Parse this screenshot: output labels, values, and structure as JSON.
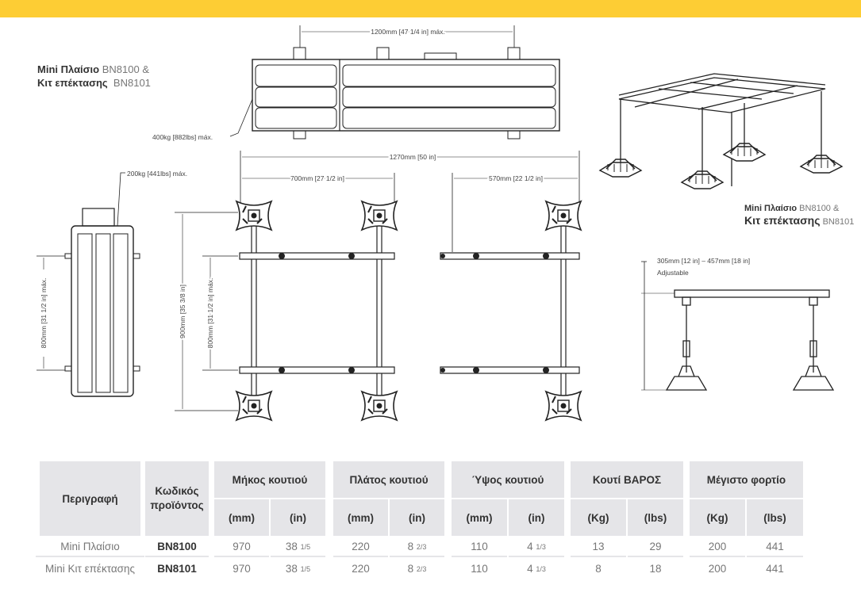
{
  "brand_color": "#fdcd34",
  "titles": {
    "top_left": {
      "name1": "Mini Πλαίσιο",
      "code1": "BN8100 &",
      "name2": "Κιτ επέκτασης",
      "code2": "BN8101"
    },
    "right": {
      "name1": "Mini Πλαίσιο",
      "code1": "BN8100 &",
      "name2": "Κιτ επέκτασης",
      "code2": "BN8101"
    }
  },
  "dimensions": {
    "top_width": "1200mm [47 1/4 in] máx.",
    "top_load": "400kg [882lbs] máx.",
    "side_load": "200kg [441lbs] máx.",
    "side_height": "800mm [31 1/2 in] máx.",
    "overall_width": "1270mm [50 in]",
    "frame_width": "700mm [27 1/2 in]",
    "ext_width": "570mm [22 1/2 in]",
    "frame_depth": "900mm [35 3/8 in]",
    "rail_spacing": "800mm [31 1/2 in] máx.",
    "leg_height": "305mm [12 in] – 457mm [18 in]",
    "leg_adjust": "Adjustable"
  },
  "table": {
    "headers": {
      "description": "Περιγραφή",
      "code": "Κωδικός προϊόντος",
      "length": "Μήκος κουτιού",
      "width": "Πλάτος κουτιού",
      "height": "Ύψος κουτιού",
      "weight": "Κουτί ΒΑΡΟΣ",
      "max_load": "Μέγιστο φορτίο"
    },
    "units": {
      "mm": "(mm)",
      "in": "(in)",
      "kg": "(Kg)",
      "lbs": "(lbs)"
    },
    "rows": [
      {
        "description": "Mini Πλαίσιο",
        "code": "BN8100",
        "length_mm": "970",
        "length_in": "38",
        "length_in_frac": "1/5",
        "width_mm": "220",
        "width_in": "8",
        "width_in_frac": "2/3",
        "height_mm": "110",
        "height_in": "4",
        "height_in_frac": "1/3",
        "weight_kg": "13",
        "weight_lbs": "29",
        "load_kg": "200",
        "load_lbs": "441"
      },
      {
        "description": "Mini Κιτ επέκτασης",
        "code": "BN8101",
        "length_mm": "970",
        "length_in": "38",
        "length_in_frac": "1/5",
        "width_mm": "220",
        "width_in": "8",
        "width_in_frac": "2/3",
        "height_mm": "110",
        "height_in": "4",
        "height_in_frac": "1/3",
        "weight_kg": "8",
        "weight_lbs": "18",
        "load_kg": "200",
        "load_lbs": "441"
      }
    ]
  }
}
